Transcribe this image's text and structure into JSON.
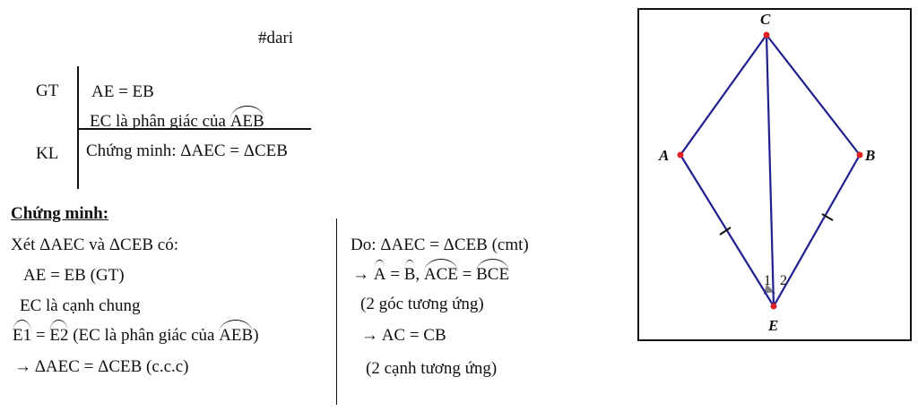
{
  "tag": "#dari",
  "given_label": "GT",
  "conclusion_label": "KL",
  "given": {
    "line1": "AE = EB",
    "line2_prefix": "EC là phân giác của ",
    "line2_angle": "AEB"
  },
  "conclusion": "Chứng minh: ΔAEC = ΔCEB",
  "proof": {
    "heading": "Chứng minh:",
    "left": {
      "line1": "Xét ΔAEC và ΔCEB có:",
      "line2": "AE = EB (GT)",
      "line3": "EC là cạnh chung",
      "line4": {
        "angle1": "E1",
        "eq": " = ",
        "angle2": "E2",
        "reason_prefix": " (EC là phân giác của ",
        "reason_angle": "AEB",
        "reason_suffix": ")"
      },
      "line5": "→ ΔAEC = ΔCEB (c.c.c)"
    },
    "right": {
      "line1": "Do: ΔAEC = ΔCEB (cmt)",
      "line2": {
        "arrow": "→ ",
        "angleA": "A",
        "eq1": " = ",
        "angleB": "B",
        "comma": ", ",
        "angleACE": "ACE",
        "eq2": " = ",
        "angleBCE": "BCE"
      },
      "line3": "(2 góc tương ứng)",
      "line4": "→ AC = CB",
      "line5": "(2 cạnh tương ứng)"
    }
  },
  "figure": {
    "points": {
      "C": "C",
      "A": "A",
      "B": "B",
      "E": "E"
    },
    "angle_marks": {
      "one": "1",
      "two": "2"
    },
    "colors": {
      "edge": "#1f1f8f",
      "point": "#e02020",
      "angle_fill": "#808080"
    }
  }
}
